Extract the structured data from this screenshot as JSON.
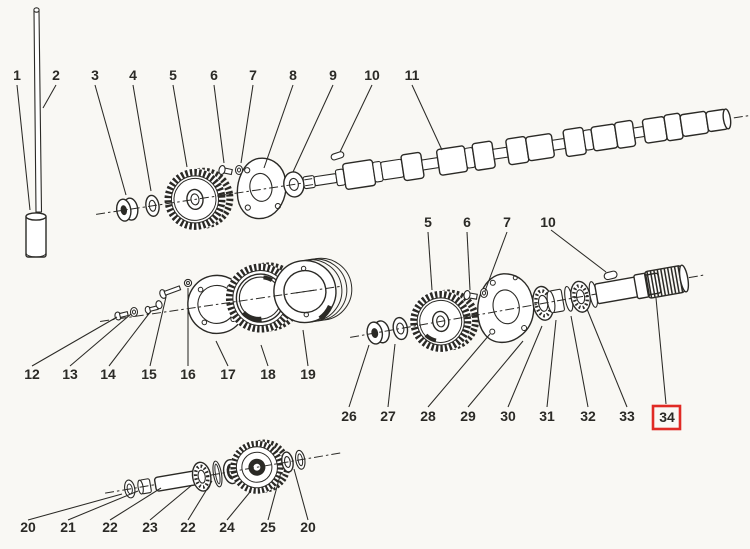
{
  "figure": {
    "kind": "exploded-parts-diagram",
    "selected_callout": "34"
  },
  "colors": {
    "background": "#f9f8f4",
    "line": "#2b2a26",
    "highlight": "#e02a24",
    "paper": "#ffffff"
  },
  "callouts": [
    {
      "label": "1"
    },
    {
      "label": "2"
    },
    {
      "label": "3"
    },
    {
      "label": "4"
    },
    {
      "label": "5"
    },
    {
      "label": "6"
    },
    {
      "label": "7"
    },
    {
      "label": "8"
    },
    {
      "label": "9"
    },
    {
      "label": "10"
    },
    {
      "label": "11"
    },
    {
      "label": "5"
    },
    {
      "label": "6"
    },
    {
      "label": "7"
    },
    {
      "label": "10"
    },
    {
      "label": "12"
    },
    {
      "label": "13"
    },
    {
      "label": "14"
    },
    {
      "label": "15"
    },
    {
      "label": "16"
    },
    {
      "label": "17"
    },
    {
      "label": "18"
    },
    {
      "label": "19"
    },
    {
      "label": "26"
    },
    {
      "label": "27"
    },
    {
      "label": "28"
    },
    {
      "label": "29"
    },
    {
      "label": "30"
    },
    {
      "label": "31"
    },
    {
      "label": "32"
    },
    {
      "label": "33"
    },
    {
      "label": "34",
      "highlighted": true
    },
    {
      "label": "20"
    },
    {
      "label": "21"
    },
    {
      "label": "22"
    },
    {
      "label": "23"
    },
    {
      "label": "22"
    },
    {
      "label": "24"
    },
    {
      "label": "25"
    },
    {
      "label": "20"
    }
  ]
}
